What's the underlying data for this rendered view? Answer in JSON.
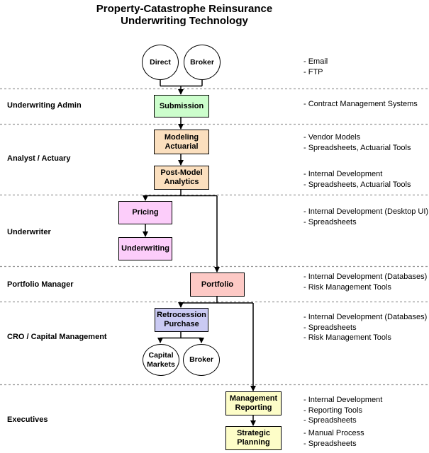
{
  "title": {
    "line1": "Property-Catastrophe Reinsurance",
    "line2": "Underwriting Technology"
  },
  "lanes": [
    {
      "label": "Underwriting Admin"
    },
    {
      "label": "Analyst / Actuary"
    },
    {
      "label": "Underwriter"
    },
    {
      "label": "Portfolio Manager"
    },
    {
      "label": "CRO / Capital Management"
    },
    {
      "label": "Executives"
    }
  ],
  "nodes": [
    {
      "id": "direct",
      "label": "Direct",
      "shape": "ellipse",
      "fill": "#ffffff"
    },
    {
      "id": "broker-source",
      "label": "Broker",
      "shape": "ellipse",
      "fill": "#ffffff"
    },
    {
      "id": "submission",
      "label": "Submission",
      "shape": "box",
      "fill": "#ccfecc"
    },
    {
      "id": "modeling-actuarial",
      "label": "Modeling\nActuarial",
      "shape": "box",
      "fill": "#fbdfbe"
    },
    {
      "id": "post-model-analytics",
      "label": "Post-Model\nAnalytics",
      "shape": "box",
      "fill": "#fbdfbe"
    },
    {
      "id": "pricing",
      "label": "Pricing",
      "shape": "box",
      "fill": "#fccdfa"
    },
    {
      "id": "underwriting",
      "label": "Underwriting",
      "shape": "box",
      "fill": "#fccdfa"
    },
    {
      "id": "portfolio",
      "label": "Portfolio",
      "shape": "box",
      "fill": "#fdc9c5"
    },
    {
      "id": "retrocession-purchase",
      "label": "Retrocession\nPurchase",
      "shape": "box",
      "fill": "#cacaf3"
    },
    {
      "id": "capital-markets",
      "label": "Capital\nMarkets",
      "shape": "ellipse",
      "fill": "#ffffff"
    },
    {
      "id": "broker-retro",
      "label": "Broker",
      "shape": "ellipse",
      "fill": "#ffffff"
    },
    {
      "id": "management-reporting",
      "label": "Management\nReporting",
      "shape": "box",
      "fill": "#fdfdc8"
    },
    {
      "id": "strategic-planning",
      "label": "Strategic\nPlanning",
      "shape": "box",
      "fill": "#fdfdc8"
    }
  ],
  "annotations": [
    {
      "lines": [
        "- Email",
        "- FTP"
      ]
    },
    {
      "lines": [
        "- Contract Management Systems"
      ]
    },
    {
      "lines": [
        "- Vendor Models",
        "- Spreadsheets, Actuarial Tools"
      ]
    },
    {
      "lines": [
        "- Internal Development",
        "- Spreadsheets, Actuarial Tools"
      ]
    },
    {
      "lines": [
        "- Internal Development (Desktop UI)",
        "- Spreadsheets"
      ]
    },
    {
      "lines": [
        "- Internal Development (Databases)",
        "- Risk Management Tools"
      ]
    },
    {
      "lines": [
        "- Internal Development (Databases)",
        "- Spreadsheets",
        "- Risk Management Tools"
      ]
    },
    {
      "lines": [
        "- Internal Development",
        "- Reporting Tools",
        "- Spreadsheets"
      ]
    },
    {
      "lines": [
        "- Manual Process",
        "- Spreadsheets"
      ]
    }
  ],
  "colors": {
    "border": "#000000",
    "lane_divider": "#999999",
    "background": "#ffffff"
  }
}
